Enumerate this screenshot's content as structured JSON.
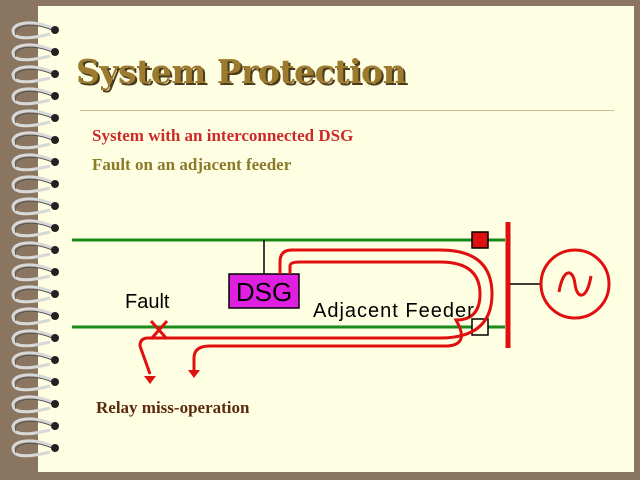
{
  "slide": {
    "title": "System Protection",
    "subtitle_1": "System with an interconnected DSG",
    "subtitle_2": "Fault on an adjacent feeder",
    "caption": "Relay miss-operation"
  },
  "diagram": {
    "dsg_label": "DSG",
    "fault_label": "Fault",
    "feeder_label": "Adjacent Feeder"
  },
  "colors": {
    "background": "#fefee2",
    "frame": "#8a7560",
    "title": "#9c7a2e",
    "subtitle_1": "#cc2a2a",
    "subtitle_2": "#8c7a2a",
    "caption": "#5a2a10",
    "feeder_line": "#1a8a1a",
    "current_path": "#e01010",
    "dsg_fill": "#e020e0"
  },
  "icons": [
    "spiral-binding-icon",
    "ac-source-icon",
    "fault-x-icon",
    "breaker-closed-icon",
    "breaker-open-icon",
    "arrow-down-icon"
  ]
}
